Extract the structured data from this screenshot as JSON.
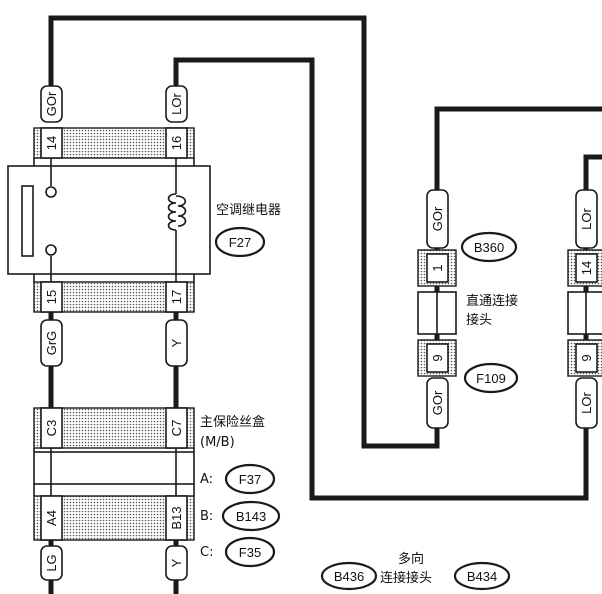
{
  "relay": {
    "name": "空调继电器",
    "code": "F27",
    "pins": {
      "top_left": "14",
      "top_right": "16",
      "bottom_left": "15",
      "bottom_right": "17"
    }
  },
  "main_fuse_box": {
    "name_line1": "主保险丝盒",
    "name_line2": "(M/B)",
    "connectors": {
      "top_left": "C3",
      "top_right": "C7",
      "bottom_left": "A4",
      "bottom_right": "B13"
    },
    "entries": [
      {
        "prefix": "A:",
        "code": "F37"
      },
      {
        "prefix": "B:",
        "code": "B143"
      },
      {
        "prefix": "C:",
        "code": "F35"
      }
    ]
  },
  "wires": {
    "relay_pin14": "GOr",
    "relay_pin16": "LOr",
    "relay_pin15": "GrG",
    "relay_pin17": "Y",
    "fuse_left_out": "LG",
    "fuse_right_out": "Y",
    "joint_upper": "GOr",
    "joint_lower": "GOr",
    "right_upper": "LOr",
    "right_lower": "LOr"
  },
  "joint_connector": {
    "name_line1": "直通连接",
    "name_line2": "接头",
    "pin_upper": "1",
    "pin_lower": "9",
    "code_upper": "B360",
    "code_lower": "F109"
  },
  "right_connector": {
    "pin_upper": "14",
    "pin_lower": "9"
  },
  "multi_connector": {
    "name_line1": "多向",
    "name_line2": "连接接头",
    "code_left": "B436",
    "code_right": "B434"
  }
}
